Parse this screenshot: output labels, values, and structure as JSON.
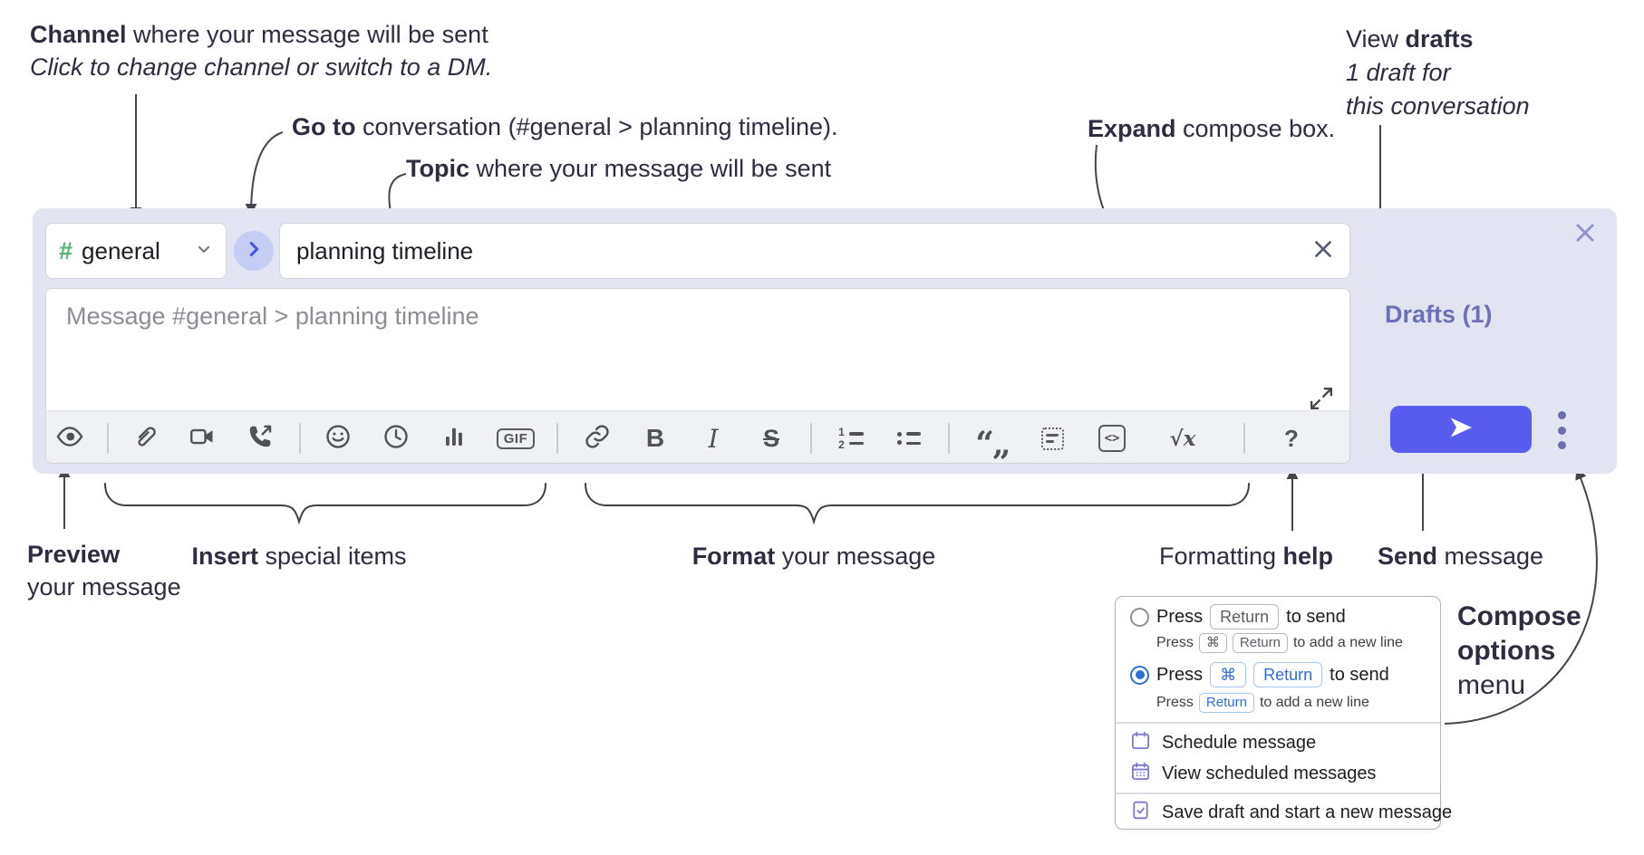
{
  "annotations": {
    "channel_line1_bold": "Channel",
    "channel_line1_rest": " where your message will be sent",
    "channel_line2": "Click to change channel or switch to a DM.",
    "goto_bold": "Go to",
    "goto_rest": " conversation (#general > planning timeline).",
    "topic_bold": "Topic",
    "topic_rest": " where your message will be sent",
    "expand_bold": "Expand",
    "expand_rest": " compose box.",
    "drafts_line1_pre": "View ",
    "drafts_line1_bold": "drafts",
    "drafts_line2": "1 draft for",
    "drafts_line3": "this conversation",
    "preview_bold": "Preview",
    "preview_line2": "your message",
    "insert_bold": "Insert",
    "insert_rest": " special items",
    "format_bold": "Format",
    "format_rest": " your message",
    "help_pre": "Formatting ",
    "help_bold": "help",
    "send_bold": "Send",
    "send_rest": " message",
    "compose_line1": "Compose",
    "compose_line2": "options",
    "compose_line3": "menu"
  },
  "composer": {
    "channel_hash": "#",
    "channel_name": "general",
    "topic_value": "planning timeline",
    "message_placeholder": "Message #general > planning timeline",
    "drafts_label": "Drafts (1)",
    "gif_label": "GIF",
    "bold_label": "B",
    "italic_label": "I",
    "strike_label": "S",
    "ol_digit1": "1",
    "ol_digit2": "2",
    "quote_glyph": "“„",
    "inline_code_glyph": "<>",
    "formula_glyph": "√x",
    "help_glyph": "?"
  },
  "popup": {
    "opt1_press": "Press",
    "opt1_key": "Return",
    "opt1_suffix": "to send",
    "opt1_sub_press": "Press",
    "opt1_sub_key1": "⌘",
    "opt1_sub_key2": "Return",
    "opt1_sub_suffix": "to add a new line",
    "opt2_press": "Press",
    "opt2_key1": "⌘",
    "opt2_key2": "Return",
    "opt2_suffix": "to send",
    "opt2_sub_press": "Press",
    "opt2_sub_key": "Return",
    "opt2_sub_suffix": "to add a new line",
    "item_schedule": "Schedule message",
    "item_view_scheduled": "View scheduled messages",
    "item_save_draft": "Save draft and start a new message"
  },
  "icons": {
    "preview": "eye",
    "attachment": "paperclip",
    "video": "video-camera",
    "call": "phone-outgoing",
    "emoji": "smiley-face",
    "clock": "clock",
    "poll": "bar-chart",
    "gif": "gif-badge",
    "link": "chain-link",
    "ordered_list": "numbered-list",
    "bullet_list": "bulleted-list",
    "blockquote": "double-quotes",
    "code_block": "dotted-code-block",
    "inline_code": "angle-brackets",
    "formula": "square-root-x",
    "help": "question-mark",
    "send": "paper-plane",
    "more": "vertical-ellipsis",
    "expand": "diagonal-arrows",
    "close": "x-mark",
    "goto": "chevron-right-circle",
    "channel_dropdown": "chevron-down",
    "schedule": "calendar",
    "view_scheduled": "calendar-grid",
    "save_draft": "document-check"
  },
  "colors": {
    "compose_bg": "#e2e4f1",
    "send_button": "#5a5cf0",
    "channel_hash_green": "#55b374",
    "goto_blue": "#3f55e8",
    "drafts_purple": "#6c70b6",
    "selected_radio_blue": "#2e6fd6",
    "menu_icon_purple": "#7b79d2",
    "annotation_ink": "#2c2d40"
  }
}
